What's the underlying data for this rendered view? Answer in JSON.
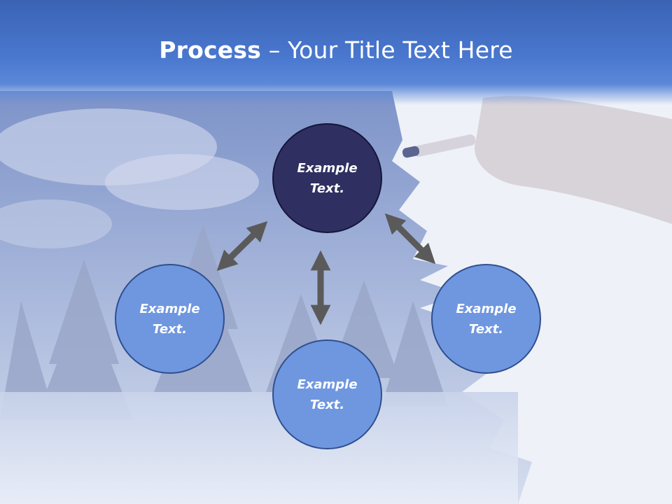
{
  "slide": {
    "title_strong": "Process",
    "title_rest": " – Your Title Text Here"
  },
  "diagram": {
    "center": {
      "label_line1": "Example",
      "label_line2": "Text."
    },
    "left": {
      "label_line1": "Example",
      "label_line2": "Text."
    },
    "bottom": {
      "label_line1": "Example",
      "label_line2": "Text."
    },
    "right": {
      "label_line1": "Example",
      "label_line2": "Text."
    }
  },
  "colors": {
    "title_bar": "#4a78cf",
    "center_node": "#2f3061",
    "side_node": "#6f97e0",
    "arrow": "#5a5a5a"
  }
}
